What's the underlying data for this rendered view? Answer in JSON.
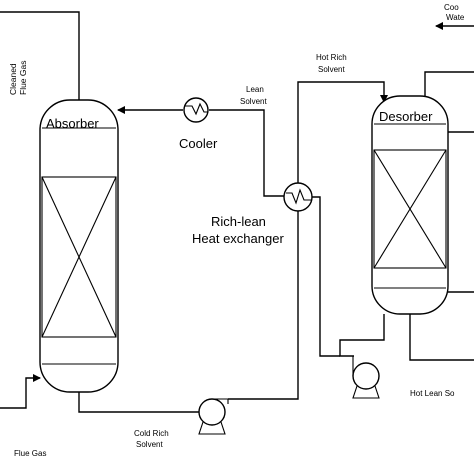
{
  "labels": {
    "cleaned_flue_gas_1": "Cleaned",
    "cleaned_flue_gas_2": "Flue Gas",
    "absorber": "Absorber",
    "desorber": "Desorber",
    "cooler": "Cooler",
    "lean_solvent_1": "Lean",
    "lean_solvent_2": "Solvent",
    "hot_rich_solvent_1": "Hot Rich",
    "hot_rich_solvent_2": "Solvent",
    "hx_1": "Rich-lean",
    "hx_2": "Heat exchanger",
    "cold_rich_solvent_1": "Cold Rich",
    "cold_rich_solvent_2": "Solvent",
    "flue_gas": "Flue Gas",
    "hot_lean_solvent": "Hot Lean So",
    "cooling_water_1": "Coo",
    "cooling_water_2": "Wate"
  }
}
